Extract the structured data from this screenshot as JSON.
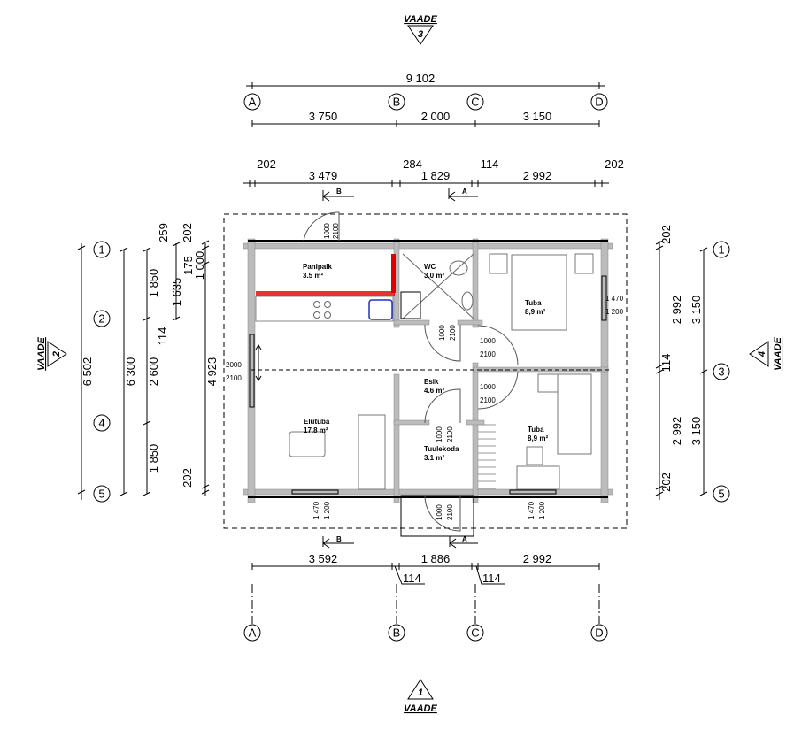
{
  "views": {
    "top": {
      "label": "VAADE",
      "num": "3"
    },
    "bottom": {
      "label": "VAADE",
      "num": "1"
    },
    "left": {
      "label": "VAADE",
      "num": "2"
    },
    "right": {
      "label": "VAADE",
      "num": "4"
    }
  },
  "grid": {
    "cols": [
      "A",
      "B",
      "C",
      "D"
    ],
    "rows_left": [
      "1",
      "2",
      "4",
      "5"
    ],
    "rows_right": [
      "1",
      "3",
      "5"
    ]
  },
  "dims_top": {
    "overall": "9 102",
    "axes": [
      "3 750",
      "2 000",
      "3 150"
    ],
    "inner": [
      "202",
      "3 479",
      "284",
      "1 829",
      "114",
      "2 992",
      "202"
    ]
  },
  "dims_bottom": {
    "inner": [
      "3 592",
      "1 886",
      "2 992"
    ],
    "walls": [
      "114",
      "114"
    ]
  },
  "dims_left": {
    "overall": "6 502",
    "axes_total": "6 300",
    "axes": [
      "1 850",
      "2 600",
      "1 850"
    ],
    "inner1": [
      "259",
      "1 635",
      "114"
    ],
    "inner2": [
      "202",
      "175",
      "1 000",
      "4 923",
      "202"
    ]
  },
  "dims_right": {
    "inner": [
      "202",
      "2 992",
      "114",
      "2 992",
      "202"
    ],
    "axes": [
      "3 150",
      "3 150"
    ]
  },
  "sections": {
    "a": "A",
    "b": "B"
  },
  "rooms": [
    {
      "name": "Panipalk",
      "area": "3.5 m²"
    },
    {
      "name": "WC",
      "area": "3.0 m²"
    },
    {
      "name": "Tuba",
      "area": "8,9 m²"
    },
    {
      "name": "Esik",
      "area": "4.6 m²"
    },
    {
      "name": "Elutuba",
      "area": "17.8 m²"
    },
    {
      "name": "Tuulekoda",
      "area": "3.1 m²"
    },
    {
      "name": "Tuba",
      "area": "8,9 m²"
    }
  ],
  "openings": {
    "door_w": "1000",
    "door_h": "2100",
    "win_w": "1 470",
    "win_h": "1 200",
    "big_w": "2000",
    "big_h": "2100"
  },
  "colors": {
    "wall": "#bbbbbb",
    "insulation": "#e00000",
    "sink": "#2030c0"
  }
}
